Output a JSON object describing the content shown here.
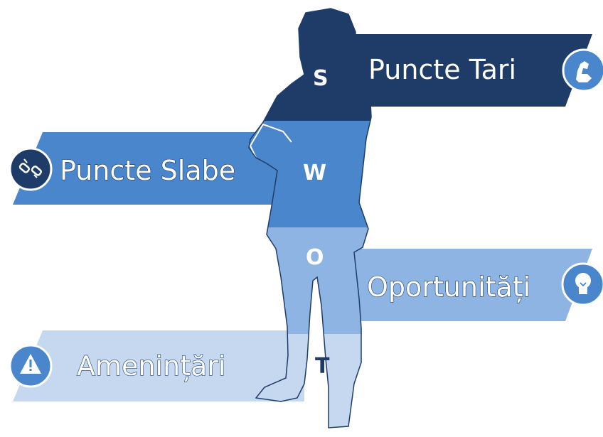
{
  "swot": {
    "strengths": {
      "label": "Puncte Tari",
      "letter": "S",
      "icon": "flexed-arm-icon",
      "color": "#1f3c68"
    },
    "weaknesses": {
      "label": "Puncte Slabe",
      "letter": "W",
      "icon": "broken-link-icon",
      "color": "#4a86cc"
    },
    "opportunities": {
      "label": "Oportunități",
      "letter": "O",
      "icon": "lightbulb-icon",
      "color": "#8eb4e3"
    },
    "threats": {
      "label": "Amenințări",
      "letter": "T",
      "icon": "warning-icon",
      "color": "#c5d8ef"
    }
  }
}
